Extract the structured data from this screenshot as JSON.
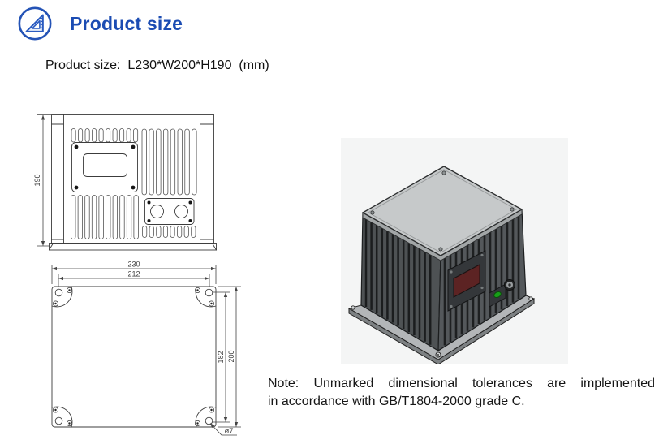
{
  "header": {
    "title": "Product size"
  },
  "subtitle": "Product size:  L230*W200*H190  (mm)",
  "drawings": {
    "front_view": {
      "height": "190"
    },
    "bottom_view": {
      "width": "230",
      "hole_span_width": "212",
      "hole_span_height": "182",
      "depth": "200",
      "hole_diameter": "ø7"
    }
  },
  "note": {
    "lines": [
      "Note: Unmarked dimensional tolerances are implemented",
      "in accordance with GB/T1804-2000 grade C."
    ]
  },
  "colors": {
    "accent_blue": "#1b4cb3",
    "render_background": "#f4f5f5",
    "lid_gray": "#c6c9ca",
    "body_dark_gray": "#43474a",
    "display_red": "#5c2323",
    "led_green": "#18a018"
  }
}
